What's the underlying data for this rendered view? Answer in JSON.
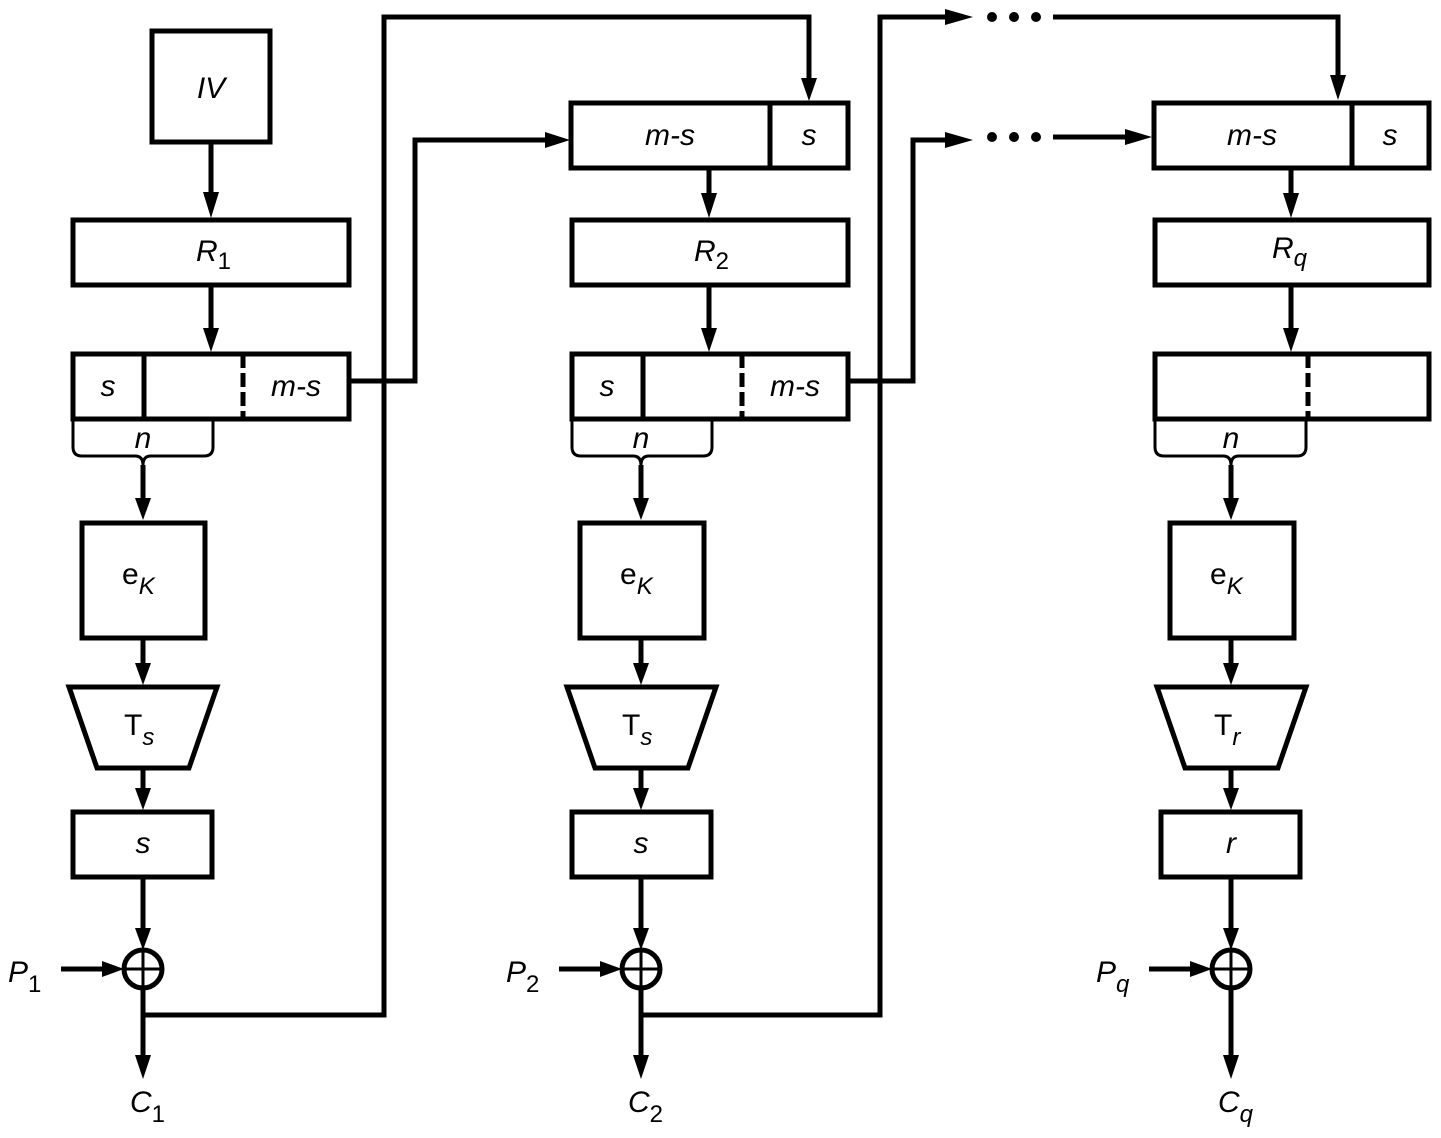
{
  "diagram": {
    "title": "CFB mode with shift register",
    "iv_label": "IV",
    "stages": [
      {
        "register": {
          "main": "R",
          "sub": "1"
        },
        "input_parts": [],
        "output_parts": [
          "s",
          "",
          "m-s"
        ],
        "brace_label": "n",
        "cipher": {
          "main": "e",
          "sub": "K"
        },
        "truncate": {
          "main": "T",
          "sub": "s"
        },
        "trunc_out": "s",
        "plaintext": {
          "main": "P",
          "sub": "1"
        },
        "ciphertext": {
          "main": "C",
          "sub": "1"
        }
      },
      {
        "register": {
          "main": "R",
          "sub": "2"
        },
        "input_parts": [
          "m-s",
          "s"
        ],
        "output_parts": [
          "s",
          "",
          "m-s"
        ],
        "brace_label": "n",
        "cipher": {
          "main": "e",
          "sub": "K"
        },
        "truncate": {
          "main": "T",
          "sub": "s"
        },
        "trunc_out": "s",
        "plaintext": {
          "main": "P",
          "sub": "2"
        },
        "ciphertext": {
          "main": "C",
          "sub": "2"
        }
      },
      {
        "register": {
          "main": "R",
          "sub": "q"
        },
        "input_parts": [
          "m-s",
          "s"
        ],
        "output_parts": [
          "",
          ""
        ],
        "brace_label": "n",
        "cipher": {
          "main": "e",
          "sub": "K"
        },
        "truncate": {
          "main": "T",
          "sub": "r"
        },
        "trunc_out": "r",
        "plaintext": {
          "main": "P",
          "sub": "q"
        },
        "ciphertext": {
          "main": "C",
          "sub": "q"
        }
      }
    ],
    "ellipsis": "…"
  }
}
